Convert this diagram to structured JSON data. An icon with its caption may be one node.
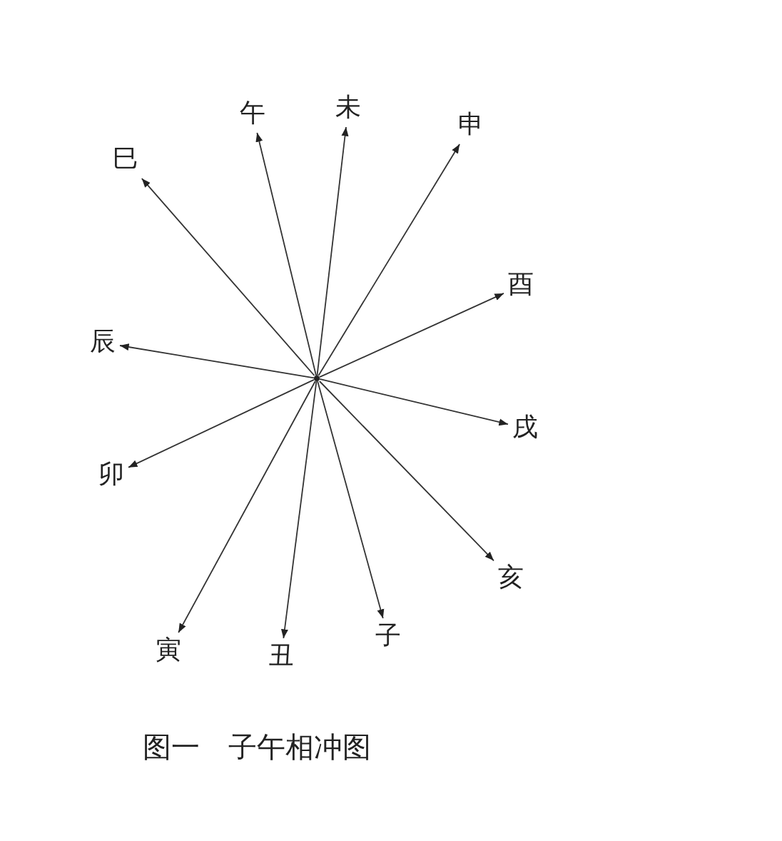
{
  "diagram": {
    "caption": "图一　子午相冲图",
    "nodes": [
      {
        "text": [],
        "shape": "circle"
      },
      {
        "text": [
          "未"
        ]
      },
      {
        "text": [
          "午"
        ]
      },
      {
        "text": [
          "申"
        ]
      },
      {
        "text": [
          "巳"
        ]
      },
      {
        "text": [
          "酉"
        ]
      },
      {
        "text": [
          "辰"
        ]
      },
      {
        "text": [
          "戌"
        ]
      },
      {
        "text": [
          "卯"
        ]
      },
      {
        "text": [
          "亥"
        ]
      },
      {
        "text": [
          "子"
        ]
      },
      {
        "text": [
          "寅"
        ]
      },
      {
        "text": [
          "丑"
        ]
      }
    ],
    "edges": [
      {
        "from": 0,
        "to": 1,
        "arrow": "to"
      },
      {
        "from": 0,
        "to": 2,
        "arrow": "to"
      },
      {
        "from": 0,
        "to": 3,
        "arrow": "to"
      },
      {
        "from": 0,
        "to": 4,
        "arrow": "to"
      },
      {
        "from": 0,
        "to": 5,
        "arrow": "to"
      },
      {
        "from": 0,
        "to": 6,
        "arrow": "to"
      },
      {
        "from": 0,
        "to": 7,
        "arrow": "to"
      },
      {
        "from": 0,
        "to": 8,
        "arrow": "to"
      },
      {
        "from": 0,
        "to": 9,
        "arrow": "to"
      },
      {
        "from": 0,
        "to": 10,
        "arrow": "to"
      },
      {
        "from": 0,
        "to": 11,
        "arrow": "to"
      },
      {
        "from": 0,
        "to": 12,
        "arrow": "to"
      }
    ]
  }
}
